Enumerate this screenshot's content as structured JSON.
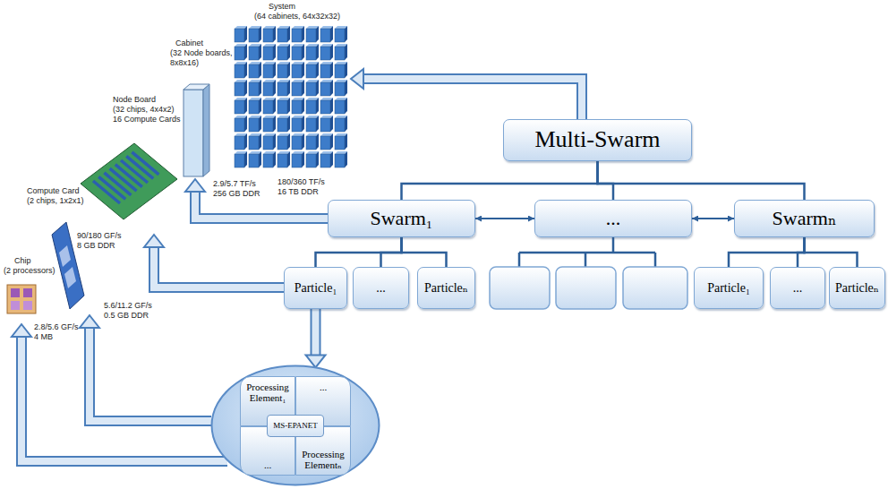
{
  "diagram": {
    "nodes": [
      {
        "text": [
          "Multi-Swarm"
        ]
      },
      {
        "text": [
          "Swarm₁"
        ]
      },
      {
        "text": [
          "..."
        ]
      },
      {
        "text": [
          "Swarmₙ"
        ]
      },
      {
        "text": [
          "Particle₁"
        ]
      },
      {
        "text": [
          "..."
        ]
      },
      {
        "text": [
          "Particleₙ"
        ]
      },
      {
        "text": [
          "Particle₁"
        ]
      },
      {
        "text": [
          "..."
        ]
      },
      {
        "text": [
          "Particleₙ"
        ]
      },
      {
        "text": []
      },
      {
        "text": [
          "Processing Element₁"
        ],
        "in": 10
      },
      {
        "text": [
          "..."
        ],
        "in": 10
      },
      {
        "text": [
          "..."
        ],
        "in": 10
      },
      {
        "text": [
          "Processing Elementₙ"
        ],
        "in": 10
      },
      {
        "text": [
          "MS-EPANET"
        ],
        "in": 10
      }
    ],
    "edges": [
      {
        "from": 0,
        "to": 1,
        "arrow": "none"
      },
      {
        "from": 0,
        "to": 2,
        "arrow": "none"
      },
      {
        "from": 0,
        "to": 3,
        "arrow": "none"
      },
      {
        "from": 1,
        "to": 2,
        "arrow": "both"
      },
      {
        "from": 2,
        "to": 3,
        "arrow": "both"
      },
      {
        "from": 1,
        "to": 4,
        "arrow": "none"
      },
      {
        "from": 1,
        "to": 5,
        "arrow": "none"
      },
      {
        "from": 1,
        "to": 6,
        "arrow": "none"
      },
      {
        "from": 3,
        "to": 7,
        "arrow": "none"
      },
      {
        "from": 3,
        "to": 8,
        "arrow": "none"
      },
      {
        "from": 3,
        "to": 9,
        "arrow": "none"
      },
      {
        "from": 4,
        "to": 10,
        "arrow": "to"
      }
    ],
    "labels": [
      "System",
      "(64 cabinets, 64x32x32)",
      "Cabinet",
      "(32 Node boards, 8x8x16)",
      "Node Board",
      "(32 chips, 4x4x2)",
      "16 Compute Cards",
      "Compute Card",
      "(2 chips, 1x2x1)",
      "Chip",
      "(2 processors)",
      "2.8/5.6 GF/s",
      "4 MB",
      "5.6/11.2 GF/s",
      "0.5 GB DDR",
      "90/180 GF/s",
      "8 GB DDR",
      "2.9/5.7 TF/s",
      "256 GB DDR",
      "180/360 TF/s",
      "16 TB DDR"
    ]
  }
}
